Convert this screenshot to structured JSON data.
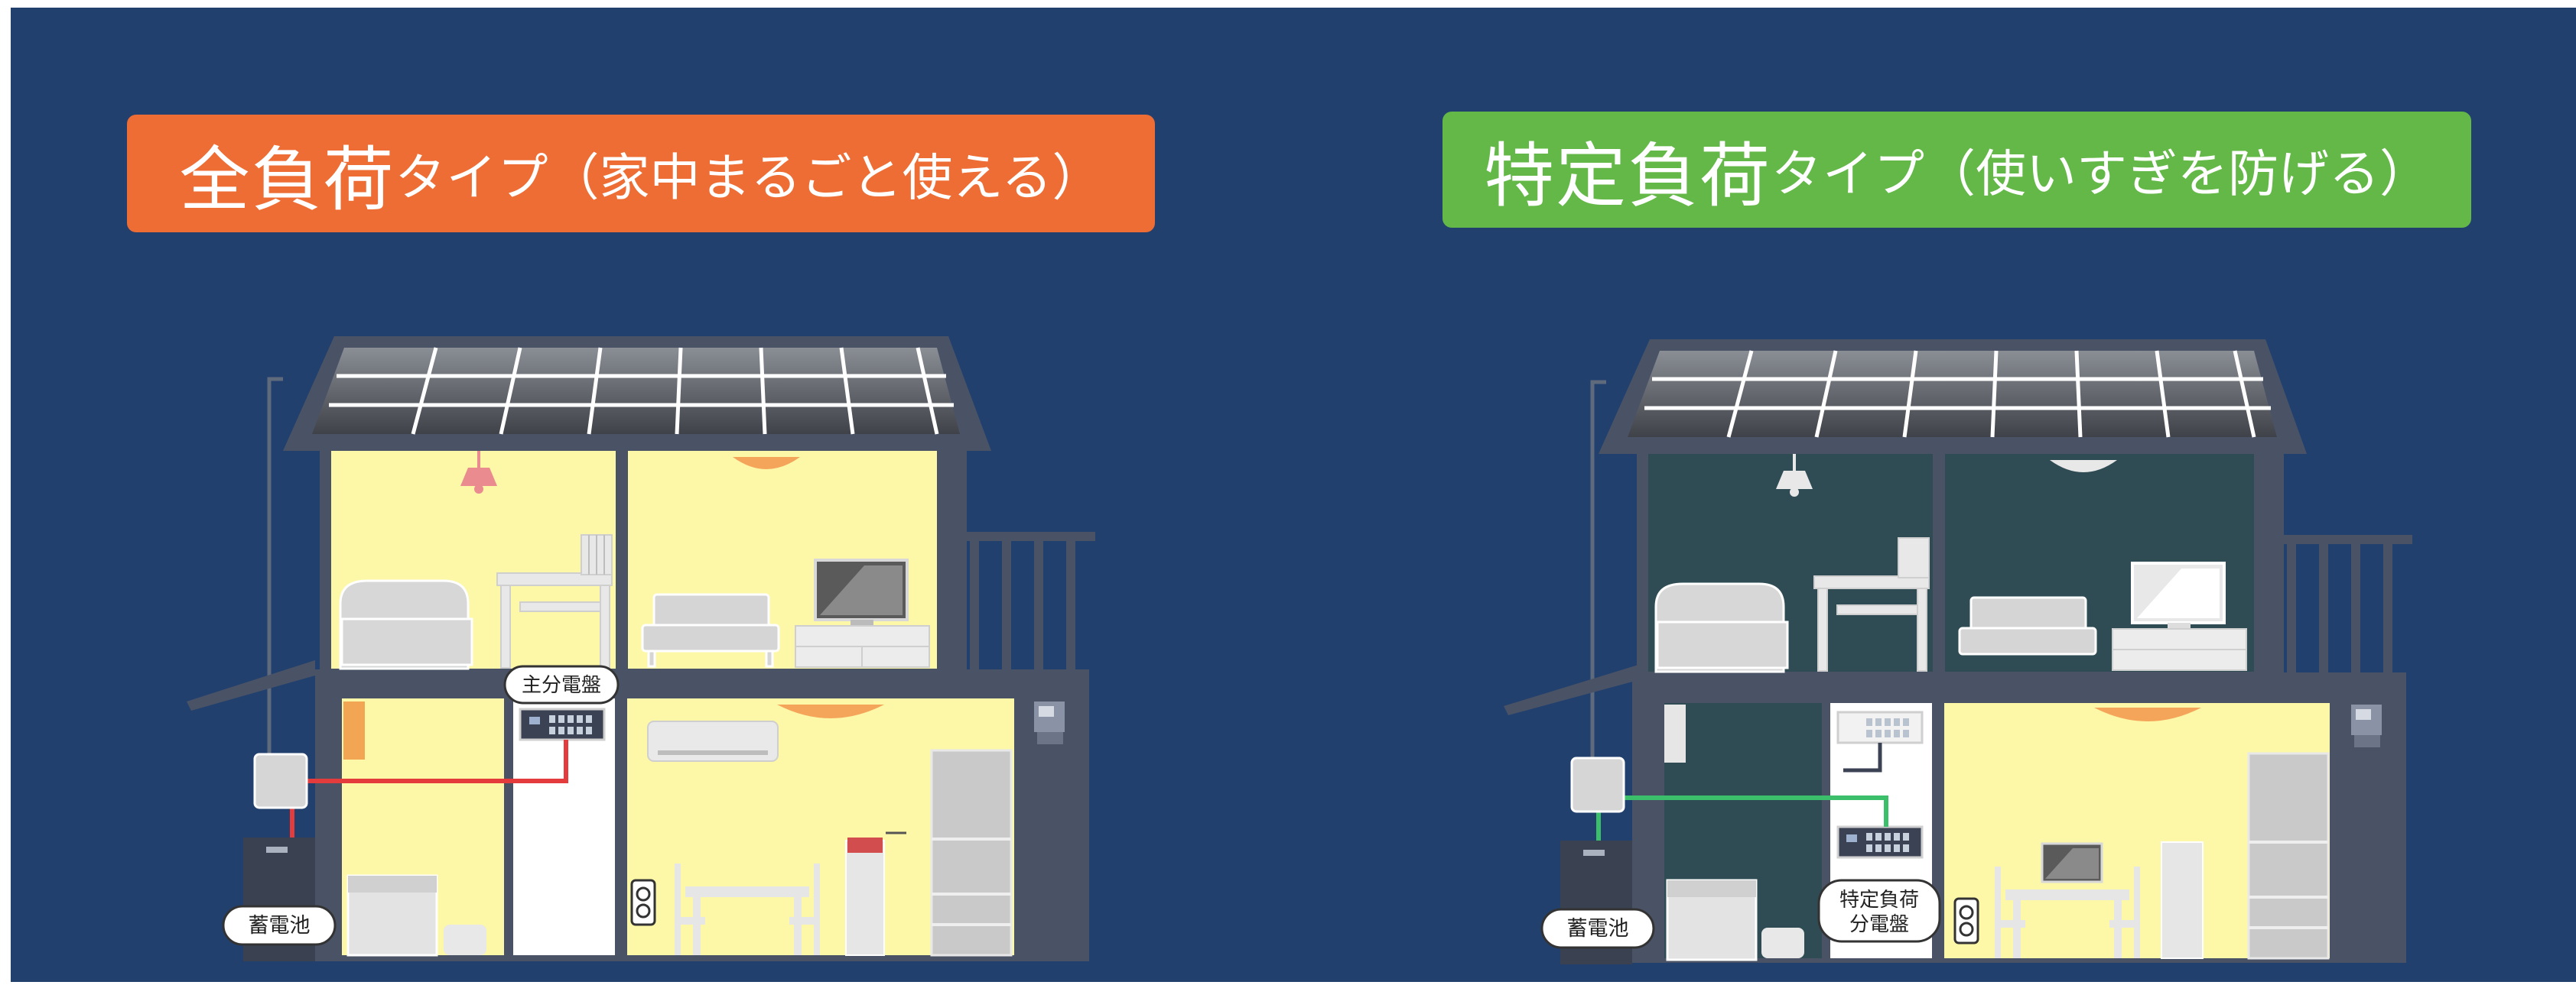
{
  "colors": {
    "background": "#21406e",
    "left_banner": "#ee6d34",
    "right_banner": "#64b848",
    "lit_room": "#fdf7a8",
    "dark_room": "#2f4c55",
    "house_frame": "#4a5366",
    "red_wire": "#e43c3c",
    "green_wire": "#3cbf6a"
  },
  "left_panel": {
    "title_main": "全負荷",
    "title_sub": "タイプ",
    "title_paren": "（家中まるごと使える）",
    "panel_label": "主分電盤",
    "battery_label": "蓄電池",
    "rooms_lit": true
  },
  "right_panel": {
    "title_main": "特定負荷",
    "title_sub": "タイプ",
    "title_paren": "（使いすぎを防げる）",
    "panel_label_line1": "特定負荷",
    "panel_label_line2": "分電盤",
    "battery_label": "蓄電池",
    "rooms_lit": "kitchen-only"
  },
  "icons": [
    "solar-panel-icon",
    "pendant-lamp-icon",
    "ceiling-light-icon",
    "bed-icon",
    "desk-icon",
    "sofa-icon",
    "tv-icon",
    "air-conditioner-icon",
    "refrigerator-icon",
    "dining-table-icon",
    "outlet-icon",
    "washing-machine-icon",
    "power-conditioner-icon",
    "battery-icon",
    "meter-icon"
  ]
}
